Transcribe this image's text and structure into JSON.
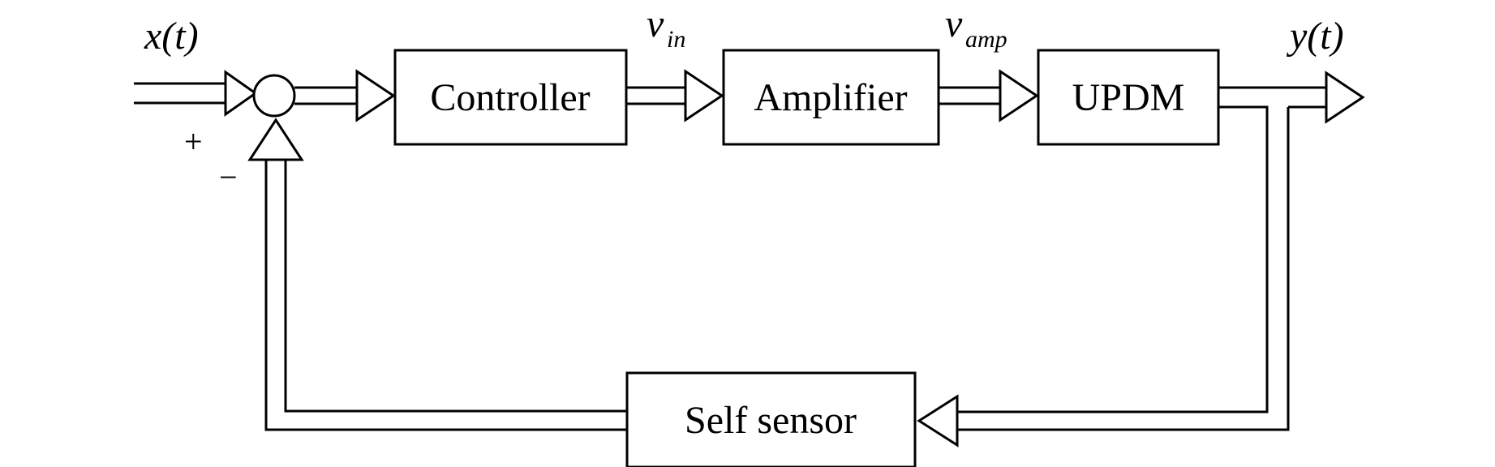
{
  "blocks": {
    "controller": "Controller",
    "amplifier": "Amplifier",
    "updm": "UPDM",
    "self_sensor": "Self sensor"
  },
  "signals": {
    "input": "x(t)",
    "v_in": {
      "main": "v",
      "sub": "in"
    },
    "v_amp": {
      "main": "v",
      "sub": "amp"
    },
    "output": "y(t)"
  },
  "summing_signs": {
    "plus": "+",
    "minus": "−"
  },
  "colors": {
    "stroke": "#000000",
    "background": "#ffffff"
  }
}
